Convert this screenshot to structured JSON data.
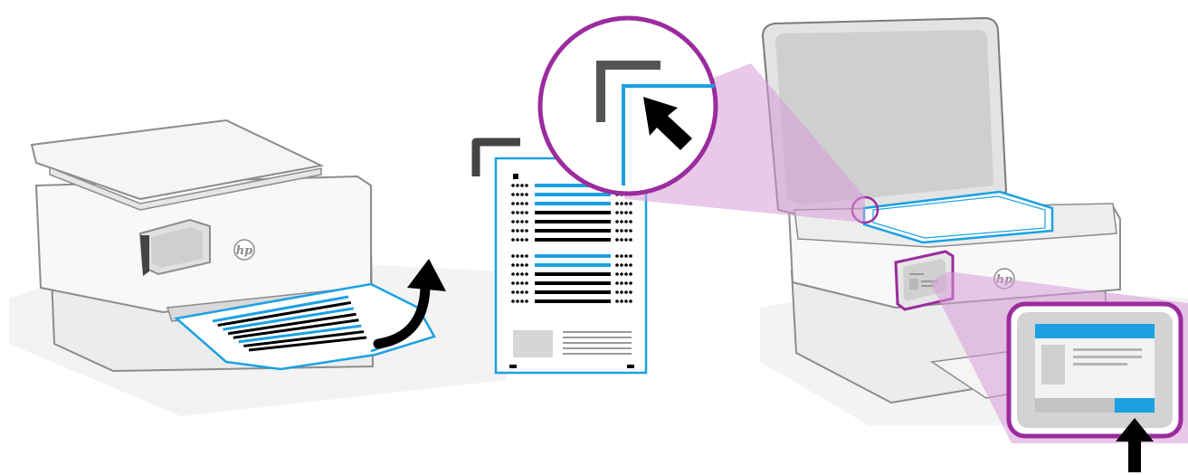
{
  "logos": {
    "printer_left": "hp",
    "printer_right": "hp"
  },
  "icons": {
    "lift_arrow": "curved-arrow-icon",
    "corner_pointer": "arrow-pointer-icon",
    "press_arrow": "up-arrow-icon"
  },
  "colors": {
    "accent_blue": "#1ba1e2",
    "highlight_magenta": "#9b2c9e",
    "callout_fill": "#d99ad8",
    "printer_body": "#f7f7f7",
    "outline": "#8c8c8c",
    "ink": "#000000"
  },
  "page_rows": {
    "section_one_blue": 3,
    "section_one_black": 4,
    "section_two_blue": 2,
    "section_two_black": 4
  }
}
